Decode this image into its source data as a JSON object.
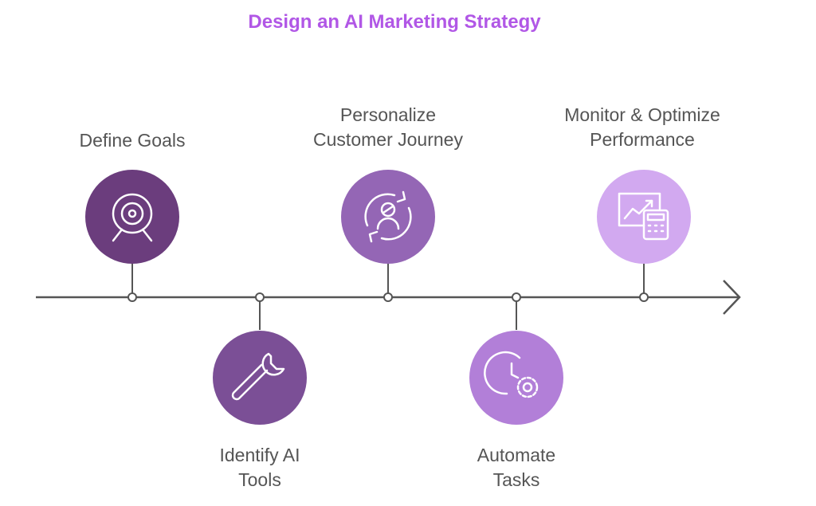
{
  "title": "Design an AI Marketing Strategy",
  "colors": {
    "title": "#b157e6",
    "timeline": "#555555",
    "icon_stroke": "#ffffff"
  },
  "steps": [
    {
      "line1": "Define Goals",
      "line2": "",
      "icon": "target-icon",
      "color": "#6b3d7d"
    },
    {
      "line1": "Identify AI",
      "line2": "Tools",
      "icon": "wrench-icon",
      "color": "#7b4f96"
    },
    {
      "line1": "Personalize",
      "line2": "Customer Journey",
      "icon": "user-cycle-icon",
      "color": "#9466b5"
    },
    {
      "line1": "Automate",
      "line2": "Tasks",
      "icon": "clock-gear-icon",
      "color": "#b27fd8"
    },
    {
      "line1": "Monitor & Optimize",
      "line2": "Performance",
      "icon": "chart-calculator-icon",
      "color": "#d2a9f0"
    }
  ]
}
